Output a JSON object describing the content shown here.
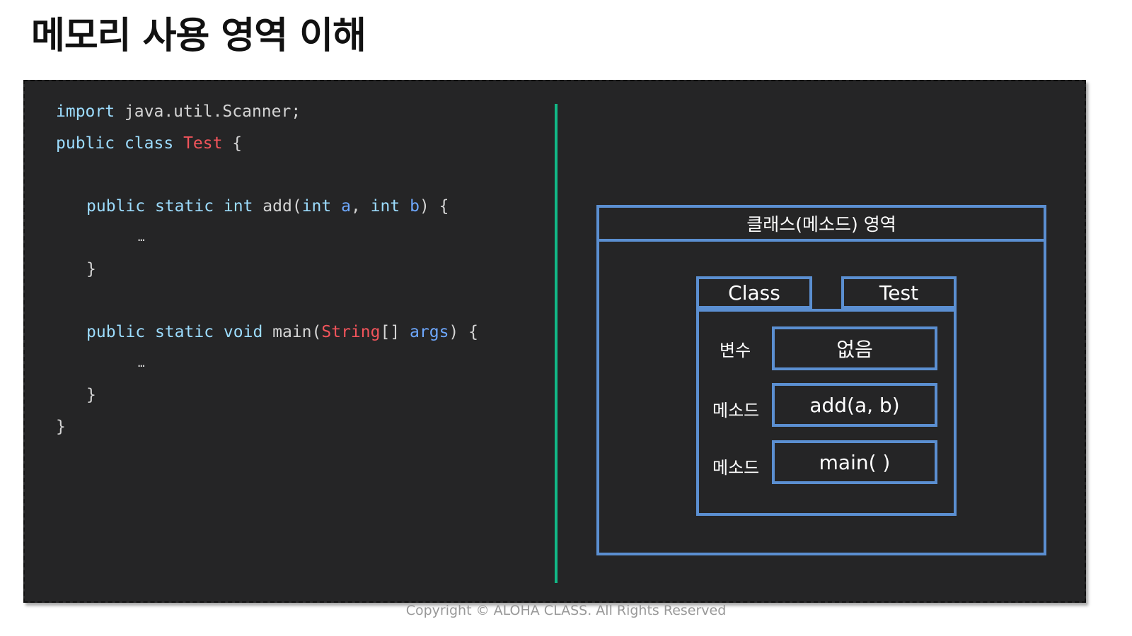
{
  "title": "메모리 사용 영역 이해",
  "code": {
    "line1": {
      "kw": "import",
      "rest": " java.util.Scanner;"
    },
    "line2": {
      "kw1": "public",
      "kw2": "class",
      "cls": "Test",
      "rest": " {"
    },
    "line3": {
      "kw1": "public",
      "kw2": "static",
      "kw3": "int",
      "name": " add(",
      "t1": "int",
      "p1": "a",
      "sep": ", ",
      "t2": "int",
      "p2": "b",
      "rest": ") {"
    },
    "line4": "…",
    "line5": "}",
    "line6": {
      "kw1": "public",
      "kw2": "static",
      "kw3": "void",
      "name": " main(",
      "cls": "String",
      "arr": "[] ",
      "p1": "args",
      "rest": ") {"
    },
    "line7": "…",
    "line8": "}",
    "line9": "}"
  },
  "diagram": {
    "area_title": "클래스(메소드) 영역",
    "tab_left": "Class",
    "tab_right": "Test",
    "rows": [
      {
        "label": "변수",
        "value": "없음"
      },
      {
        "label": "메소드",
        "value": "add(a, b)"
      },
      {
        "label": "메소드",
        "value": "main(  )"
      }
    ]
  },
  "footer": "Copyright © ALOHA CLASS. All Rights Reserved",
  "colors": {
    "accent_line": "#12b886",
    "box_border": "#5b8fd1",
    "keyword": "#9cdcfe",
    "class_name": "#f2545b",
    "panel_bg": "#252526"
  }
}
